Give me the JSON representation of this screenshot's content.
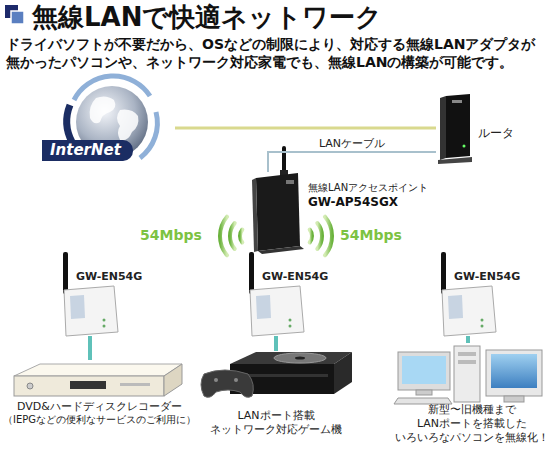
{
  "diagram": {
    "title": "無線LANで快適ネットワーク",
    "nodes": [
      {
        "text": [
          "InterNet"
        ]
      },
      {
        "text": [
          "ルータ"
        ]
      },
      {
        "text": [
          "無線LANアクセスポイント",
          "GW-AP54SGX"
        ]
      },
      {
        "text": [
          "GW-EN54G"
        ]
      },
      {
        "text": [
          "GW-EN54G"
        ]
      },
      {
        "text": [
          "GW-EN54G"
        ]
      },
      {
        "text": [
          "DVD&ハードディスクレコーダー",
          "（IEPGなどの便利なサービスのご利用に）"
        ]
      },
      {
        "text": [
          "LANポート搭載 ネットワーク対応ゲーム機"
        ]
      },
      {
        "text": [
          "新型〜旧機種まで LANポートを搭載した いろいろなパソコンを無線化！"
        ]
      }
    ],
    "edges": [
      {
        "from": 0,
        "to": 1,
        "arrow": "none"
      },
      {
        "from": 1,
        "to": 2,
        "label": "LANケーブル",
        "arrow": "none"
      },
      {
        "from": 3,
        "to": 6,
        "arrow": "none"
      },
      {
        "from": 4,
        "to": 7,
        "arrow": "none"
      },
      {
        "from": 5,
        "to": 8,
        "arrow": "none"
      }
    ],
    "labels": [
      "ドライバソフトが不要だから、OSなどの制限により、対応する無線LANアダプタが 無かったパソコンや、ネットワーク対応家電でも、無線LANの構築が可能です。",
      "54Mbps",
      "54Mbps"
    ]
  }
}
